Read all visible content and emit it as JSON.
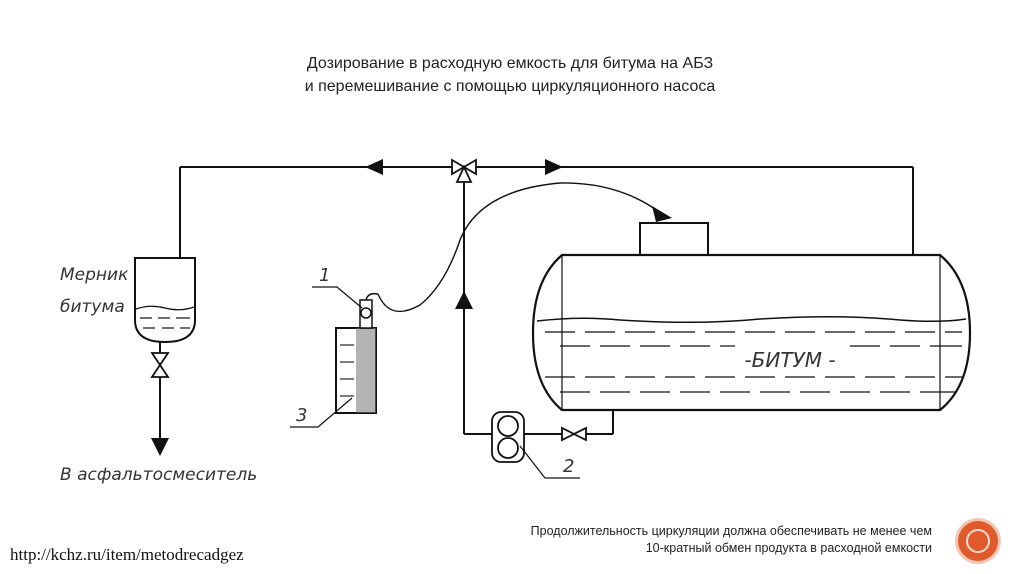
{
  "title": {
    "line1": "Дозирование в расходную емкость для битума на АБЗ",
    "line2": "и перемешивание с помощью циркуляционного насоса"
  },
  "labels": {
    "measurer_line1": "Мерник",
    "measurer_line2": "битума",
    "tank_content": "-БИТУМ -",
    "outlet": "В асфальтосмеситель",
    "callout_1": "1",
    "callout_2": "2",
    "callout_3": "3"
  },
  "note": {
    "line1": "Продолжительность циркуляции должна обеспечивать не менее чем",
    "line2": "10-кратный обмен продукта в расходной емкости"
  },
  "source_url": "http://kchz.ru/item/metodrecadgez",
  "colors": {
    "line": "#111111",
    "badge": "#e05a2b"
  }
}
